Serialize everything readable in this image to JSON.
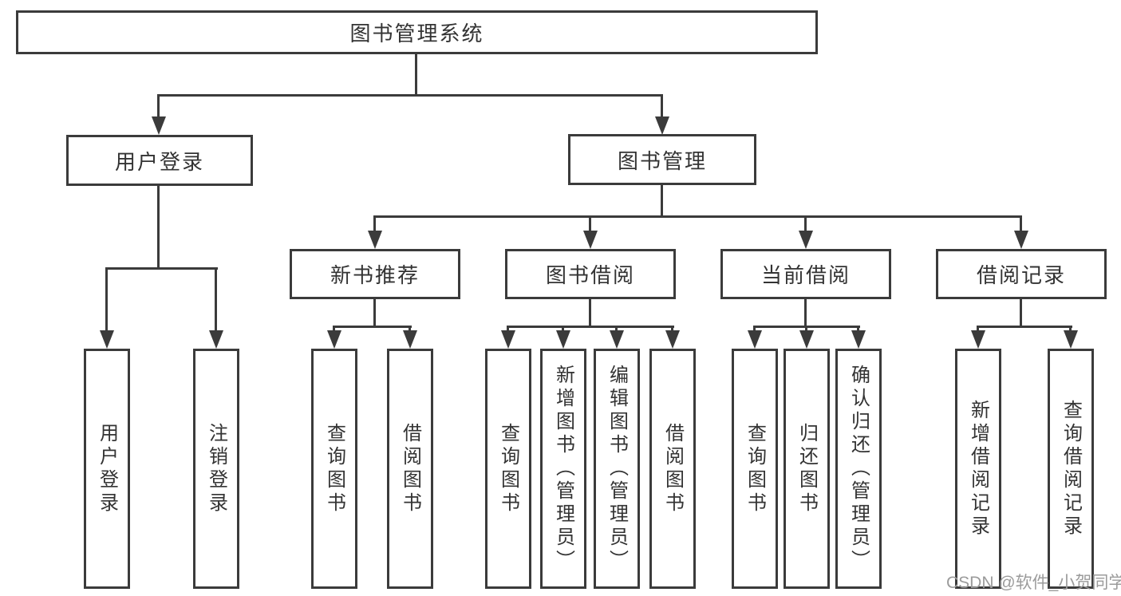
{
  "diagram": {
    "type": "hierarchy-tree",
    "root": {
      "label": "图书管理系统",
      "children": [
        {
          "label": "用户登录",
          "children": [
            {
              "label": "用户登录"
            },
            {
              "label": "注销登录"
            }
          ]
        },
        {
          "label": "图书管理",
          "children": [
            {
              "label": "新书推荐",
              "children": [
                {
                  "label": "查询图书"
                },
                {
                  "label": "借阅图书"
                }
              ]
            },
            {
              "label": "图书借阅",
              "children": [
                {
                  "label": "查询图书"
                },
                {
                  "label": "新增图书（管理员）"
                },
                {
                  "label": "编辑图书（管理员）"
                },
                {
                  "label": "借阅图书"
                }
              ]
            },
            {
              "label": "当前借阅",
              "children": [
                {
                  "label": "查询图书"
                },
                {
                  "label": "归还图书"
                },
                {
                  "label": "确认归还（管理员）"
                }
              ]
            },
            {
              "label": "借阅记录",
              "children": [
                {
                  "label": "新增借阅记录"
                },
                {
                  "label": "查询借阅记录"
                }
              ]
            }
          ]
        }
      ]
    }
  },
  "watermark": {
    "text": "CSDN @软件_小贺同学"
  },
  "colors": {
    "line": "#3b3b3b",
    "box_border": "#3b3b3b",
    "box_background": "#ffffff",
    "label_text": "#333333",
    "watermark_text": "#9b9b9b",
    "page_background": "#ffffff"
  }
}
